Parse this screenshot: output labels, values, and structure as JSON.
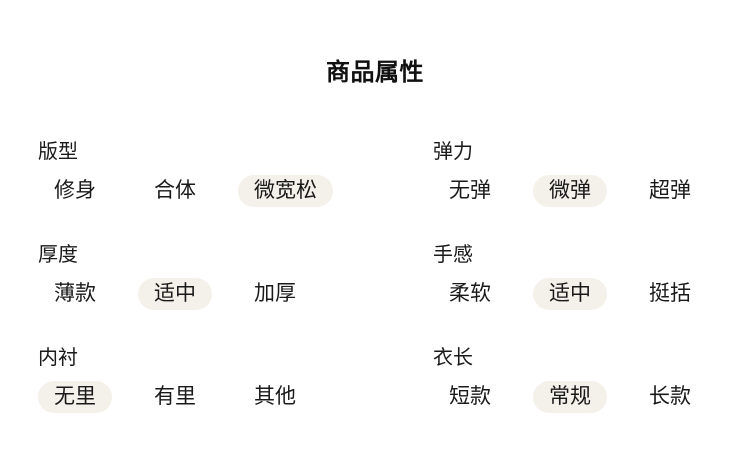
{
  "page": {
    "title": "商品属性"
  },
  "colors": {
    "selected_option_bg": "#f4f1ea",
    "text": "#1a1a1a",
    "background": "#ffffff"
  },
  "groups": [
    {
      "id": "fit",
      "label": "版型",
      "options": [
        {
          "label": "修身",
          "selected": false
        },
        {
          "label": "合体",
          "selected": false
        },
        {
          "label": "微宽松",
          "selected": true
        }
      ]
    },
    {
      "id": "elasticity",
      "label": "弹力",
      "options": [
        {
          "label": "无弹",
          "selected": false
        },
        {
          "label": "微弹",
          "selected": true
        },
        {
          "label": "超弹",
          "selected": false
        }
      ]
    },
    {
      "id": "thickness",
      "label": "厚度",
      "options": [
        {
          "label": "薄款",
          "selected": false
        },
        {
          "label": "适中",
          "selected": true
        },
        {
          "label": "加厚",
          "selected": false
        }
      ]
    },
    {
      "id": "feel",
      "label": "手感",
      "options": [
        {
          "label": "柔软",
          "selected": false
        },
        {
          "label": "适中",
          "selected": true
        },
        {
          "label": "挺括",
          "selected": false
        }
      ]
    },
    {
      "id": "lining",
      "label": "内衬",
      "options": [
        {
          "label": "无里",
          "selected": true
        },
        {
          "label": "有里",
          "selected": false
        },
        {
          "label": "其他",
          "selected": false
        }
      ]
    },
    {
      "id": "length",
      "label": "衣长",
      "options": [
        {
          "label": "短款",
          "selected": false
        },
        {
          "label": "常规",
          "selected": true
        },
        {
          "label": "长款",
          "selected": false
        }
      ]
    }
  ]
}
